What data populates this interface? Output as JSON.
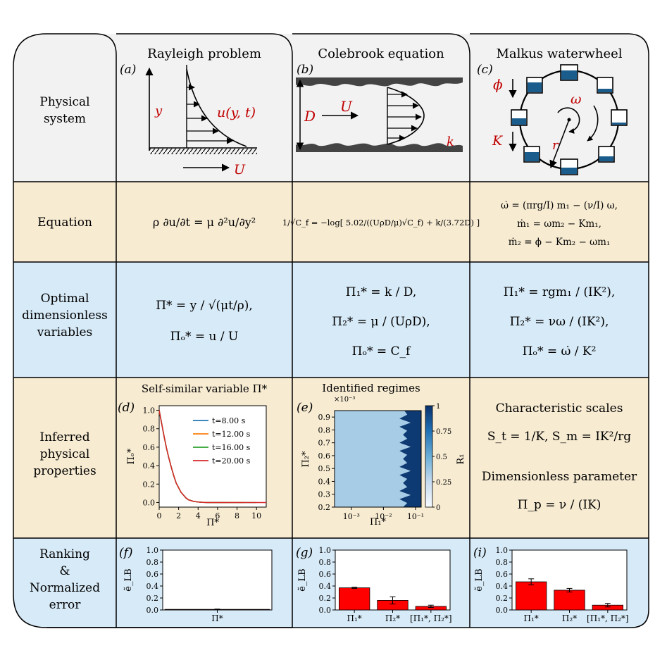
{
  "columns": {
    "rayleigh": "Rayleigh problem",
    "colebrook": "Colebrook equation",
    "malkus": "Malkus waterwheel"
  },
  "rows": {
    "physical": [
      "Physical",
      "system"
    ],
    "equation": [
      "Equation"
    ],
    "optimal": [
      "Optimal",
      "dimensionless",
      "variables"
    ],
    "inferred": [
      "Inferred",
      "physical",
      "properties"
    ],
    "ranking": [
      "Ranking",
      "&",
      "Normalized",
      "error"
    ]
  },
  "panel_letters": {
    "a": "(a)",
    "b": "(b)",
    "c": "(c)",
    "d": "(d)",
    "e": "(e)",
    "f": "(f)",
    "g": "(g)",
    "i": "(i)"
  },
  "sketch_labels": {
    "a_y": "y",
    "a_u": "u(y, t)",
    "a_U": "U",
    "b_D": "D",
    "b_U": "U",
    "b_k": "k",
    "c_phi": "ϕ",
    "c_omega": "ω",
    "c_K": "K",
    "c_r": "r"
  },
  "equations": {
    "rayleigh": "ρ ∂u/∂t = μ ∂²u/∂y²",
    "colebrook": "1/√C_f = −log[ 5.02/((UρD/μ)√C_f) + k/(3.72D) ]",
    "malkus": [
      "ω̇ = (πrg/I) m₁ − (ν/I) ω,",
      "ṁ₁ = ωm₂ − Km₁,",
      "ṁ₂ = ϕ − Km₂ − ωm₁"
    ]
  },
  "optimal": {
    "rayleigh": [
      "Π* = y / √(μt/ρ),",
      "Πₒ* = u / U"
    ],
    "colebrook": [
      "Π₁* = k / D,",
      "Π₂* = μ / (UρD),",
      "Πₒ* = C_f"
    ],
    "malkus": [
      "Π₁* = rgm₁ / (IK²),",
      "Π₂* = νω / (IK²),",
      "Πₒ* = ω̇ / K²"
    ]
  },
  "inferred": {
    "malkus_title": "Characteristic scales",
    "malkus_scales": "S_t = 1/K,  S_m = IK²/rg",
    "malkus_param_title": "Dimensionless parameter",
    "malkus_param": "Π_p = ν / (IK)"
  },
  "chart_data": [
    {
      "type": "line",
      "title": "Self-similar variable Π*",
      "xlabel": "Π*",
      "ylabel": "Πₒ*",
      "xlim": [
        0,
        11
      ],
      "ylim": [
        -0.05,
        1.05
      ],
      "xticks": [
        "0",
        "2",
        "4",
        "6",
        "8",
        "10"
      ],
      "yticks": [
        "0.0",
        "0.2",
        "0.4",
        "0.6",
        "0.8",
        "1.0"
      ],
      "legend": "top-right",
      "series": [
        {
          "name": "t=8.00 s",
          "color": "#1f77b4",
          "x_end": 7.1
        },
        {
          "name": "t=12.00 s",
          "color": "#ff7f0e",
          "x_end": 8.7
        },
        {
          "name": "t=16.00 s",
          "color": "#2ca02c",
          "x_end": 10.0
        },
        {
          "name": "t=20.00 s",
          "color": "#d62728",
          "x_end": 11.0
        }
      ],
      "x": [
        0,
        0.25,
        0.5,
        0.75,
        1,
        1.25,
        1.5,
        1.75,
        2,
        2.25,
        2.5,
        2.75,
        3,
        3.5,
        4,
        4.5,
        5
      ],
      "y": [
        1.0,
        0.86,
        0.72,
        0.59,
        0.48,
        0.38,
        0.29,
        0.21,
        0.16,
        0.11,
        0.08,
        0.05,
        0.03,
        0.013,
        0.005,
        0.002,
        0.0
      ]
    },
    {
      "type": "heatmap",
      "title": "Identified regimes",
      "xlabel": "Π₁*",
      "ylabel": "Π₂*",
      "y_multiplier": "×10⁻³",
      "xscale": "log",
      "xlim": [
        0.0003,
        0.15
      ],
      "ylim": [
        0.2,
        0.95
      ],
      "xticks": [
        "10⁻³",
        "10⁻²",
        "10⁻¹"
      ],
      "yticks": [
        "0.2",
        "0.3",
        "0.4",
        "0.5",
        "0.6",
        "0.7",
        "0.8",
        "0.9"
      ],
      "boundary_x": 0.045,
      "colorbar": {
        "label": "R₁",
        "ticks": [
          "0",
          "0.25",
          "0.5",
          "0.75",
          "1"
        ]
      }
    },
    {
      "type": "bar",
      "ylabel": "ẽ_LB",
      "ylim": [
        0,
        1.0
      ],
      "yticks": [
        "0.0",
        "0.2",
        "0.4",
        "0.6",
        "0.8",
        "1.0"
      ],
      "categories": [
        "Π*"
      ],
      "values": [
        0.01
      ],
      "errors": [
        0.005
      ],
      "color": "#ff0000"
    },
    {
      "type": "bar",
      "ylabel": "ẽ_LB",
      "ylim": [
        0,
        1.0
      ],
      "yticks": [
        "0.0",
        "0.2",
        "0.4",
        "0.6",
        "0.8",
        "1.0"
      ],
      "categories": [
        "Π₁*",
        "Π₂*",
        "[Π₁*, Π₂*]"
      ],
      "values": [
        0.37,
        0.16,
        0.06
      ],
      "errors": [
        0.01,
        0.06,
        0.02
      ],
      "color": "#ff0000"
    },
    {
      "type": "bar",
      "ylabel": "ẽ_LB",
      "ylim": [
        0,
        1.0
      ],
      "yticks": [
        "0.0",
        "0.2",
        "0.4",
        "0.6",
        "0.8",
        "1.0"
      ],
      "categories": [
        "Π₁*",
        "Π₂*",
        "[Π₁*, Π₂*]"
      ],
      "values": [
        0.47,
        0.33,
        0.08
      ],
      "errors": [
        0.05,
        0.03,
        0.03
      ],
      "color": "#ff0000"
    }
  ]
}
